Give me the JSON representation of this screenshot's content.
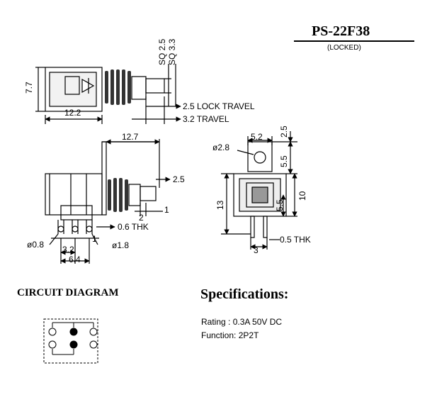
{
  "header": {
    "model": "PS-22F38",
    "variant": "(LOCKED)"
  },
  "top_view": {
    "sq_small": "SQ 2.5",
    "sq_large": "SQ 3.3",
    "height": "7.7",
    "width": "12.2",
    "lock_travel": "2.5 LOCK TRAVEL",
    "travel": "3.2 TRAVEL"
  },
  "side_view": {
    "length": "12.7",
    "button_height": "2.5",
    "pin_offset": "2",
    "pin_gap": "1",
    "thickness": "0.6 THK",
    "hole_small": "ø0.8",
    "hole_large": "ø1.8",
    "pitch": "3.2",
    "span": "6.4",
    "pin_label": "1"
  },
  "end_view": {
    "width": "5.2",
    "top_gap": "2.5",
    "hole": "ø2.8",
    "upper": "5.5",
    "lower": "5.5",
    "total_right": "10",
    "total_left": "13",
    "base": "3",
    "pin_thk": "0.5 THK"
  },
  "circuit": {
    "title": "CIRCUIT DIAGRAM"
  },
  "specs": {
    "title": "Specifications:",
    "rating_label": "Rating : 0.3A 50V DC",
    "function_label": "Function: 2P2T"
  },
  "colors": {
    "ink": "#000000",
    "shade": "#666666",
    "paper": "#ffffff"
  }
}
